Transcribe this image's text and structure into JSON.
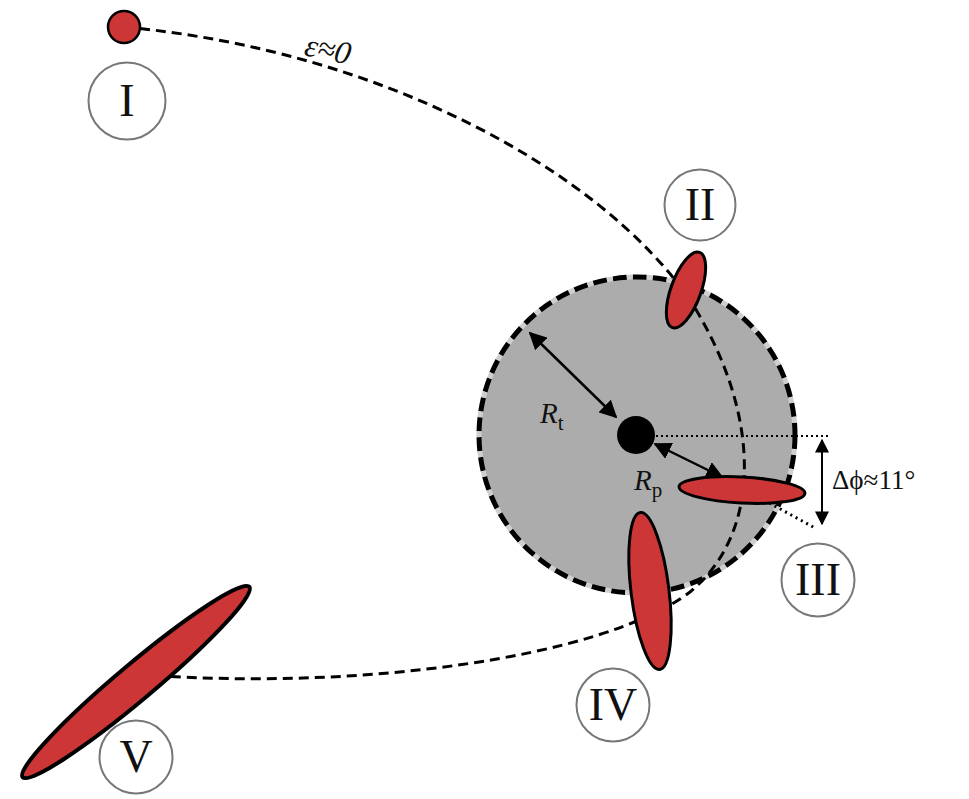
{
  "diagram": {
    "nodes": [
      {
        "text": [
          "I"
        ]
      },
      {
        "text": [
          "II"
        ]
      },
      {
        "text": [
          "III"
        ]
      },
      {
        "text": [
          "IV"
        ]
      },
      {
        "text": [
          "V"
        ]
      }
    ],
    "labels": [
      "ε≈0",
      "Rt",
      "Rp",
      "Δϕ≈11°"
    ]
  }
}
